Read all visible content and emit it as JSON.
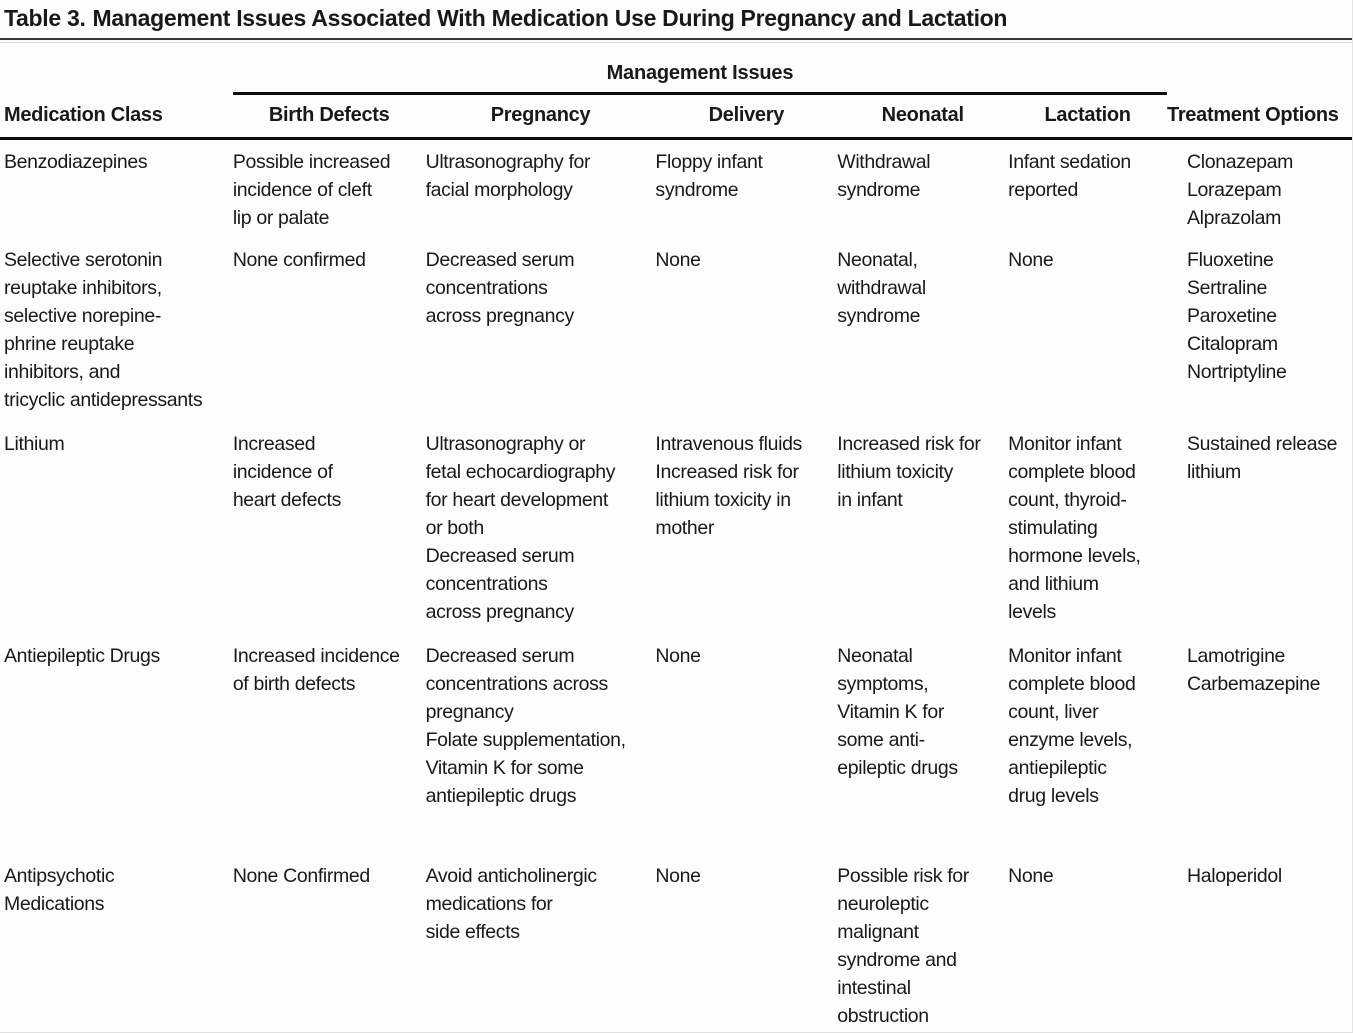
{
  "colors": {
    "text": "#191919",
    "heavy_rule": "#0d0d0d",
    "title_rule": "#3a3a3a",
    "hairline": "#d9d9d9",
    "background": "#fdfdfd"
  },
  "title": {
    "label": "Table 3.",
    "text": "Management Issues Associated With Medication Use During Pregnancy and Lactation"
  },
  "table": {
    "spanner": "Management Issues",
    "columns": [
      "Medication Class",
      "Birth Defects",
      "Pregnancy",
      "Delivery",
      "Neonatal",
      "Lactation",
      "Treatment Options"
    ],
    "rows": [
      {
        "cells": [
          [
            "Benzodiazepines"
          ],
          [
            "Possible increased",
            "incidence of cleft",
            "lip or palate"
          ],
          [
            "Ultrasonography for",
            "facial morphology"
          ],
          [
            "Floppy infant",
            "syndrome"
          ],
          [
            "Withdrawal",
            "syndrome"
          ],
          [
            "Infant sedation",
            "reported"
          ],
          [
            "Clonazepam",
            "Lorazepam",
            "Alprazolam"
          ]
        ]
      },
      {
        "cells": [
          [
            "Selective serotonin",
            "reuptake inhibitors,",
            "selective norepine-",
            "phrine reuptake",
            "inhibitors, and",
            "tricyclic antidepressants"
          ],
          [
            "None confirmed"
          ],
          [
            "Decreased serum",
            "concentrations",
            "across pregnancy"
          ],
          [
            "None"
          ],
          [
            "Neonatal,",
            "withdrawal",
            "syndrome"
          ],
          [
            "None"
          ],
          [
            "Fluoxetine",
            "Sertraline",
            "Paroxetine",
            "Citalopram",
            "Nortriptyline"
          ]
        ]
      },
      {
        "cells": [
          [
            "Lithium"
          ],
          [
            "Increased",
            "incidence of",
            "heart defects"
          ],
          [
            "Ultrasonography or",
            "fetal echocardiography",
            "for heart development",
            "or both",
            "Decreased serum",
            "concentrations",
            "across pregnancy"
          ],
          [
            "Intravenous fluids",
            "Increased risk for",
            "lithium toxicity in",
            "mother"
          ],
          [
            "Increased risk for",
            "lithium toxicity",
            "in infant"
          ],
          [
            "Monitor infant",
            "complete blood",
            "count, thyroid-",
            "stimulating",
            "hormone levels,",
            "and lithium",
            "levels"
          ],
          [
            "Sustained release",
            "lithium"
          ]
        ]
      },
      {
        "cells": [
          [
            "Antiepileptic Drugs"
          ],
          [
            "Increased incidence",
            "of birth defects"
          ],
          [
            "Decreased serum",
            "concentrations across",
            "pregnancy",
            "Folate supplementation,",
            "Vitamin K for some",
            "antiepileptic drugs"
          ],
          [
            "None"
          ],
          [
            "Neonatal",
            "symptoms,",
            "Vitamin K for",
            "some anti-",
            "epileptic drugs"
          ],
          [
            "Monitor infant",
            "complete blood",
            "count, liver",
            "enzyme levels,",
            "antiepileptic",
            "drug levels"
          ],
          [
            "Lamotrigine",
            "Carbemazepine"
          ]
        ]
      },
      {
        "cells": [
          [
            "Antipsychotic",
            "Medications"
          ],
          [
            "None Confirmed"
          ],
          [
            "Avoid anticholinergic",
            "medications for",
            "side effects"
          ],
          [
            "None"
          ],
          [
            "Possible risk for",
            "neuroleptic",
            "malignant",
            "syndrome and",
            "intestinal",
            "obstruction"
          ],
          [
            "None"
          ],
          [
            "Haloperidol"
          ]
        ]
      }
    ]
  }
}
